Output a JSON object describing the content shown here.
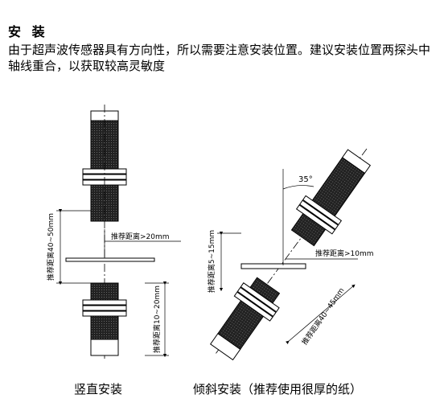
{
  "section": {
    "title": "安 装"
  },
  "body_text": "由于超声波传感器具有方向性，所以需要注意安装位置。建议安装位置两探头中轴线重合，以获取较高灵敏度",
  "diagram_left": {
    "caption": "竖直安装",
    "label_range_1": "推荐距离40~50mm",
    "label_min": "推荐距离>20mm",
    "label_range_2": "推荐距离10~20mm"
  },
  "diagram_right": {
    "caption": "倾斜安装（推荐使用很厚的纸）",
    "angle": "35°",
    "label_range_1": "推荐距离5~15mm",
    "label_min": "推荐距离>10mm",
    "label_range_2": "推荐距离40~45mm"
  }
}
